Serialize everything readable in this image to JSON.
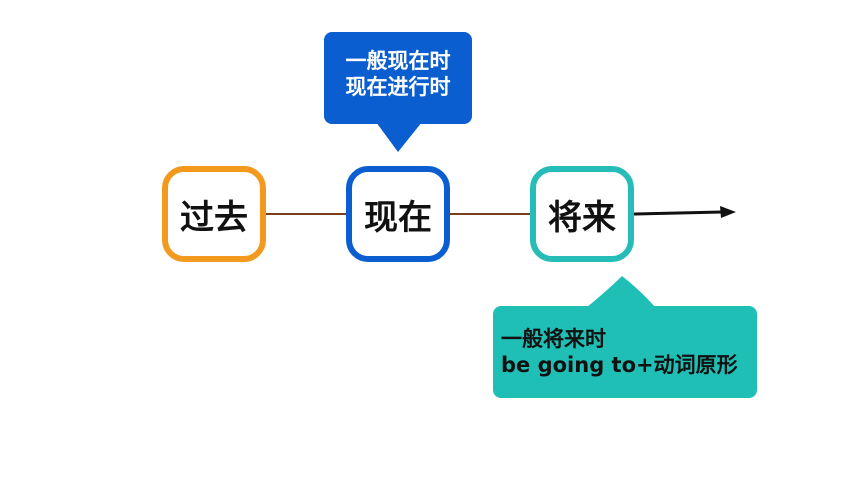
{
  "timeline": {
    "nodes": [
      {
        "id": "past",
        "label": "过去",
        "color": "#F39A1E"
      },
      {
        "id": "present",
        "label": "现在",
        "color": "#0B5ED0"
      },
      {
        "id": "future",
        "label": "将来",
        "color": "#26BDB8"
      }
    ],
    "connector_color": "#7A3E1C",
    "arrow_color": "#111111"
  },
  "callouts": {
    "present": {
      "lines": [
        "一般现在时",
        "现在进行时"
      ],
      "color": "#0B5ED0"
    },
    "future": {
      "lines": [
        "一般将来时",
        "be going to+动词原形"
      ],
      "color": "#1FBFB6"
    }
  }
}
